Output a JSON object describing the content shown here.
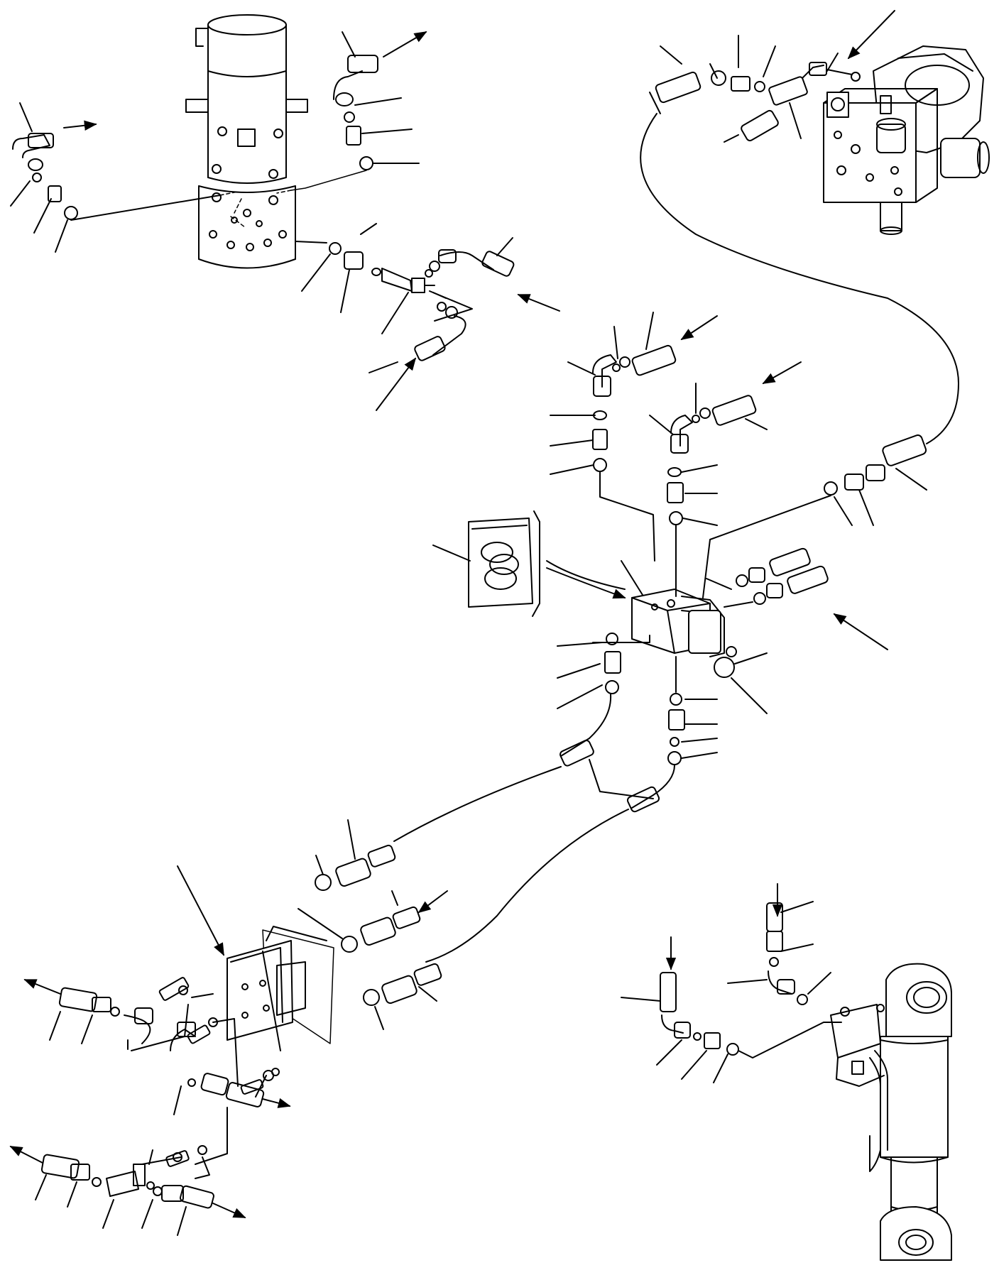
{
  "diagram": {
    "kind": "exploded parts illustration (hydraulic hose routing)",
    "printed_text": [],
    "assemblies": [
      {
        "id": "swivel-joint",
        "icon": "rotary-swivel-joint"
      },
      {
        "id": "hydraulic-pump",
        "icon": "pump-with-valve-block"
      },
      {
        "id": "solenoid-valve",
        "icon": "solenoid-valve-block"
      },
      {
        "id": "seal-kit",
        "icon": "seal-kit-bag"
      },
      {
        "id": "bulkhead-bracket",
        "icon": "bulkhead-plate"
      },
      {
        "id": "hydraulic-cylinder",
        "icon": "cylinder-with-valve"
      }
    ],
    "colors": {
      "line": "#000000",
      "background": "#ffffff",
      "fill": "#ffffff"
    }
  }
}
